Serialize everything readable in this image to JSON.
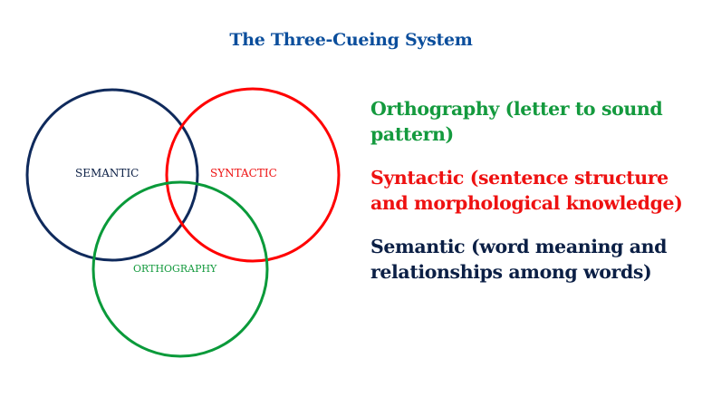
{
  "title": "The Three-Cueing System",
  "diagram": {
    "circles": [
      {
        "id": "semantic",
        "label": "SEMANTIC",
        "color": "#0f2a5c"
      },
      {
        "id": "syntactic",
        "label": "SYNTACTIC",
        "color": "#ff0000"
      },
      {
        "id": "orthography",
        "label": "ORTHOGRAPHY",
        "color": "#0a9a3a"
      }
    ]
  },
  "legend": {
    "orthography": {
      "text": "Orthography (letter to sound pattern)",
      "color": "#149a3e"
    },
    "syntactic": {
      "text": "Syntactic (sentence structure and morphological knowledge)",
      "color": "#ee1111"
    },
    "semantic": {
      "text": "Semantic (word meaning and relationships among words)",
      "color": "#0b1f45"
    }
  }
}
